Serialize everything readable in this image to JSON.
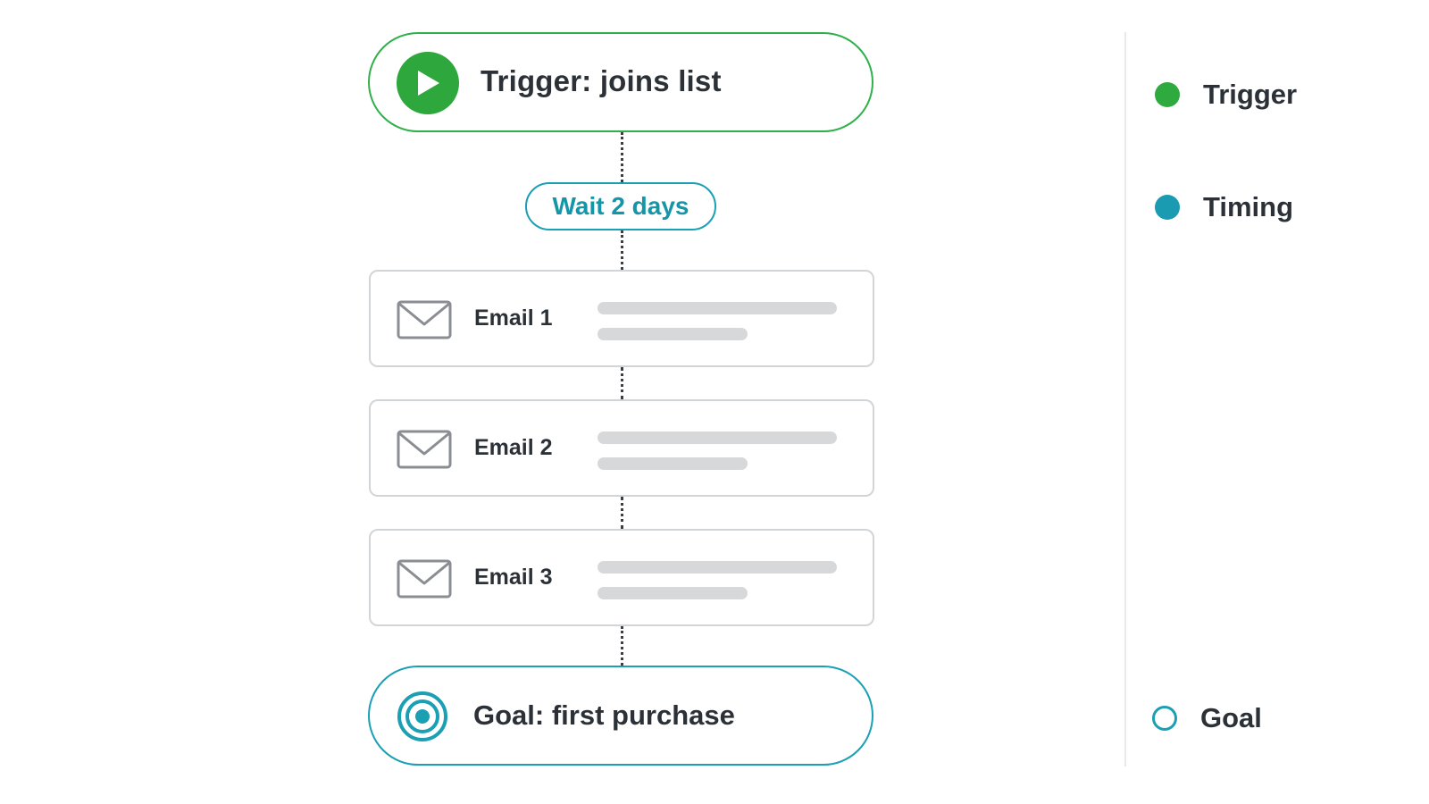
{
  "flow": {
    "trigger": {
      "label": "Trigger: joins list",
      "icon": "play-icon"
    },
    "wait": {
      "label": "Wait 2 days"
    },
    "emails": [
      {
        "label": "Email 1",
        "icon": "envelope-icon"
      },
      {
        "label": "Email 2",
        "icon": "envelope-icon"
      },
      {
        "label": "Email 3",
        "icon": "envelope-icon"
      }
    ],
    "goal": {
      "label": "Goal: first purchase",
      "icon": "target-icon"
    }
  },
  "legend": {
    "items": [
      {
        "label": "Trigger",
        "color": "#2eaa3e",
        "style": "filled"
      },
      {
        "label": "Timing",
        "color": "#1a9bb1",
        "style": "filled"
      },
      {
        "label": "Goal",
        "color": "#1a9fb3",
        "style": "outline"
      }
    ]
  },
  "colors": {
    "trigger": "#2fb04a",
    "timing": "#1a9fb3",
    "card_border": "#d2d5d8",
    "placeholder": "#d7d8da",
    "text": "#2b3137"
  }
}
